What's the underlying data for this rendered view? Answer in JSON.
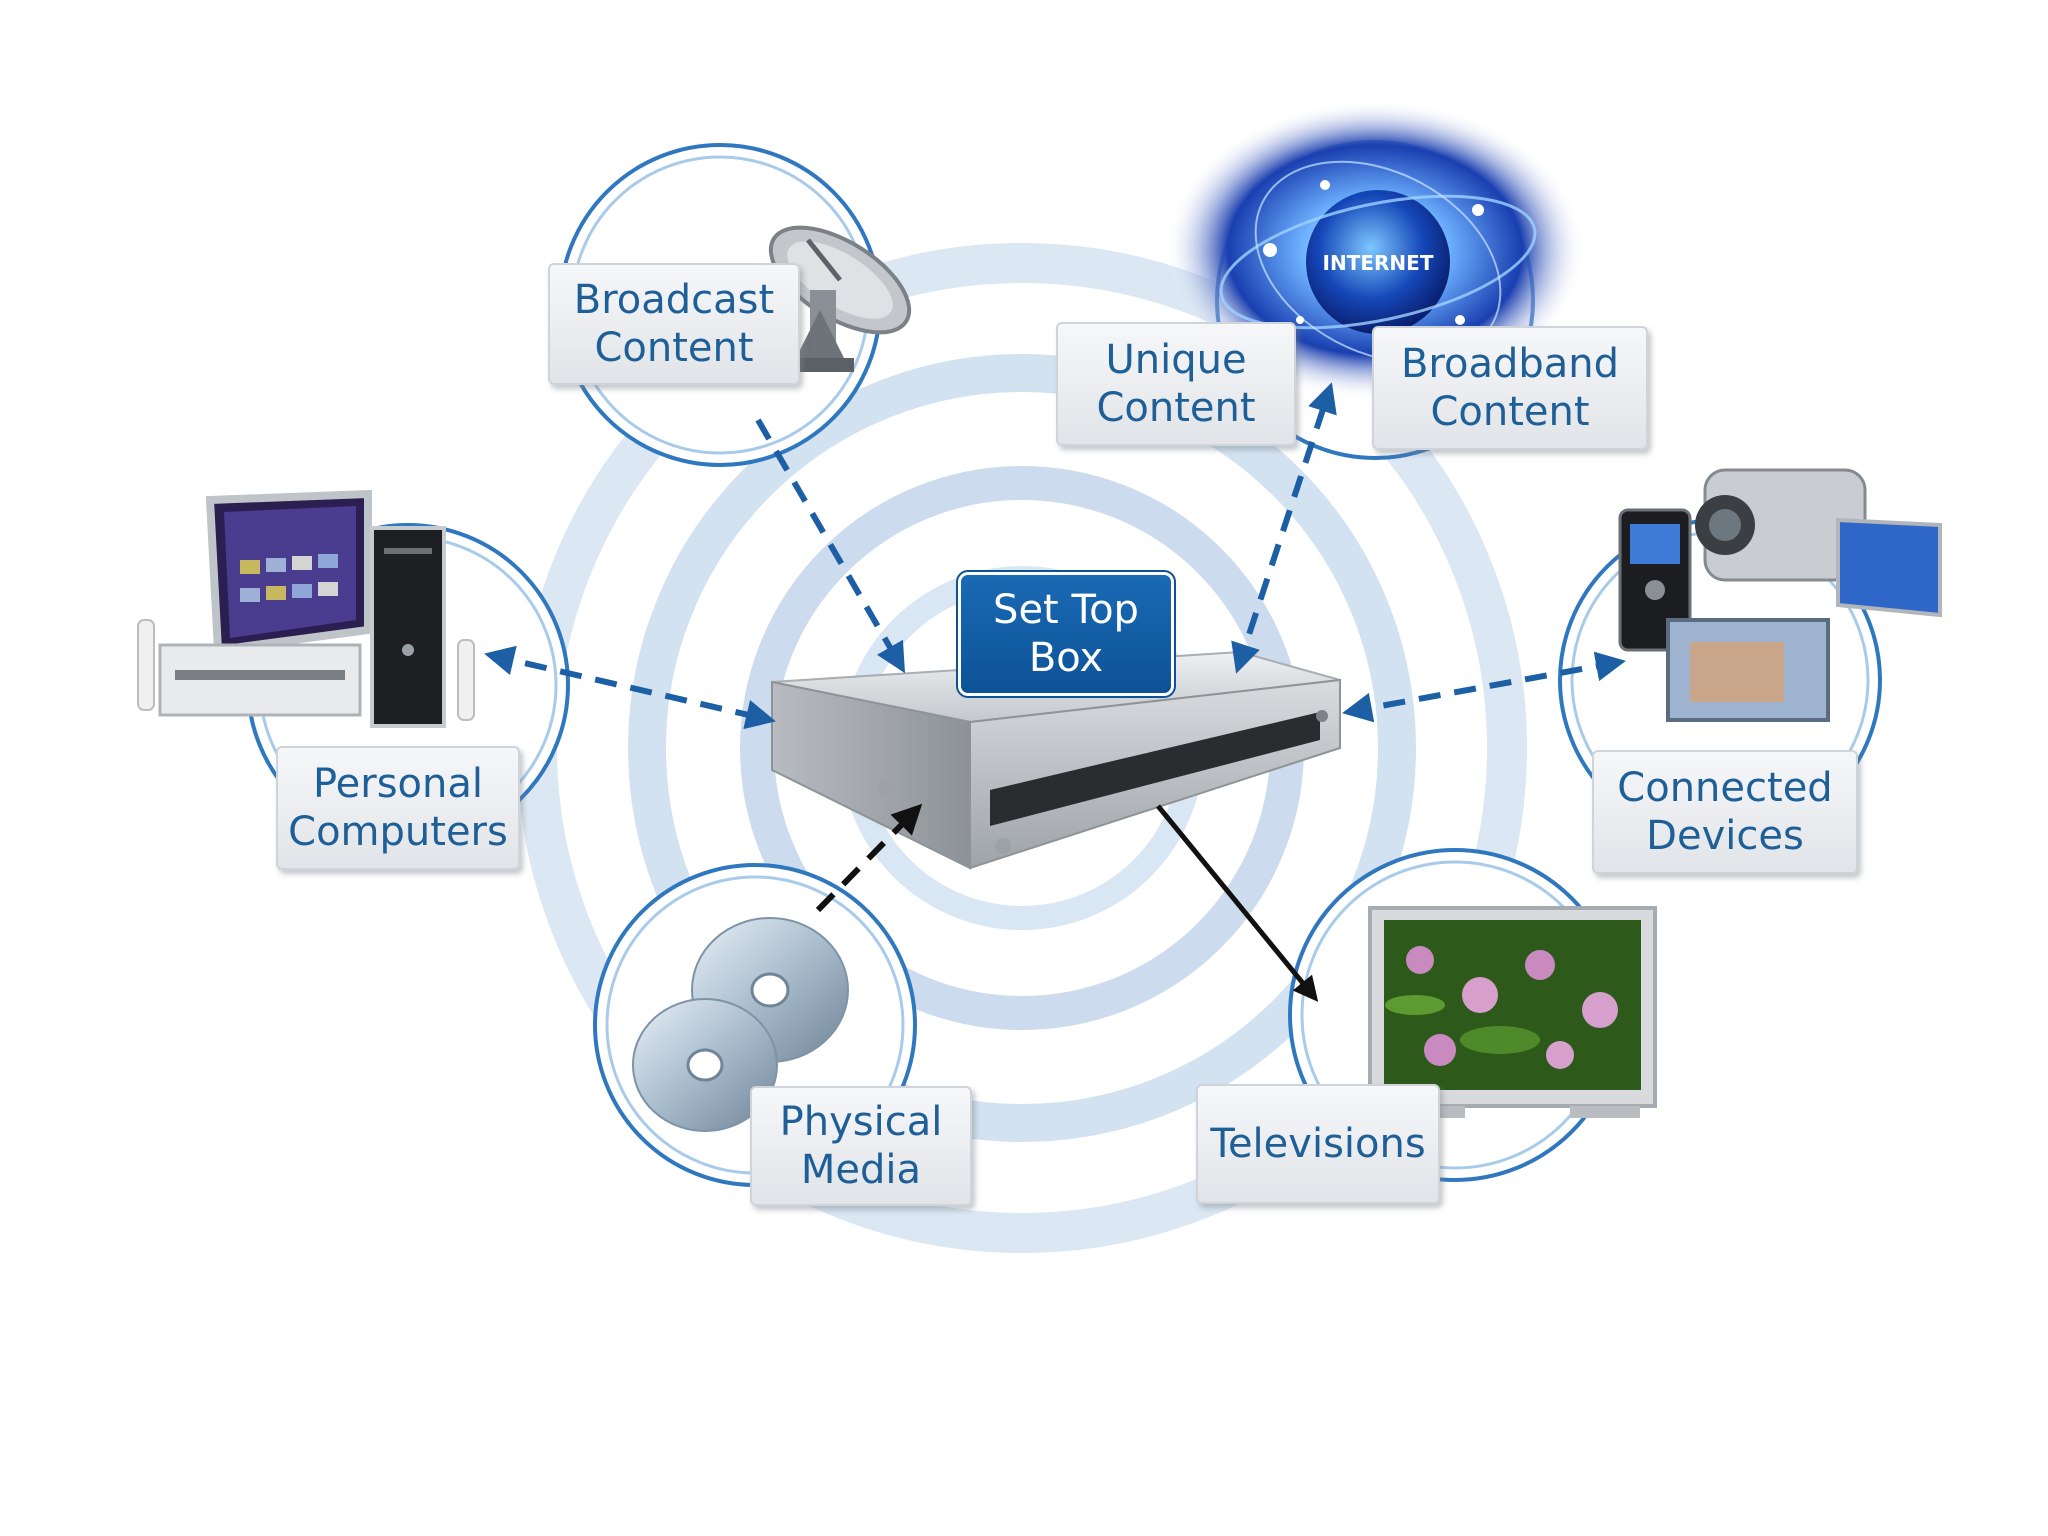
{
  "center": {
    "line1": "Set Top",
    "line2": "Box"
  },
  "nodes": {
    "broadcast": {
      "line1": "Broadcast",
      "line2": "Content"
    },
    "unique": {
      "line1": "Unique",
      "line2": "Content"
    },
    "broadband": {
      "line1": "Broadband",
      "line2": "Content"
    },
    "personal": {
      "line1": "Personal",
      "line2": "Computers"
    },
    "connected": {
      "line1": "Connected",
      "line2": "Devices"
    },
    "physical": {
      "line1": "Physical",
      "line2": "Media"
    },
    "televisions": {
      "line1": "Televisions"
    }
  },
  "internet_badge": "INTERNET",
  "icons": {
    "broadcast": "satellite-dish-icon",
    "broadband": "internet-globe-icon",
    "personal": "computer-icon",
    "connected": "camcorder-phone-frame-icon",
    "physical": "disc-icon",
    "televisions": "flat-tv-icon",
    "center": "set-top-box-icon"
  },
  "colors": {
    "label_text": "#1e5f98",
    "center_box": "#0d5297",
    "ring": "#c9dcee",
    "arrow_dashed": "#1d5fa5",
    "arrow_solid": "#111111"
  }
}
